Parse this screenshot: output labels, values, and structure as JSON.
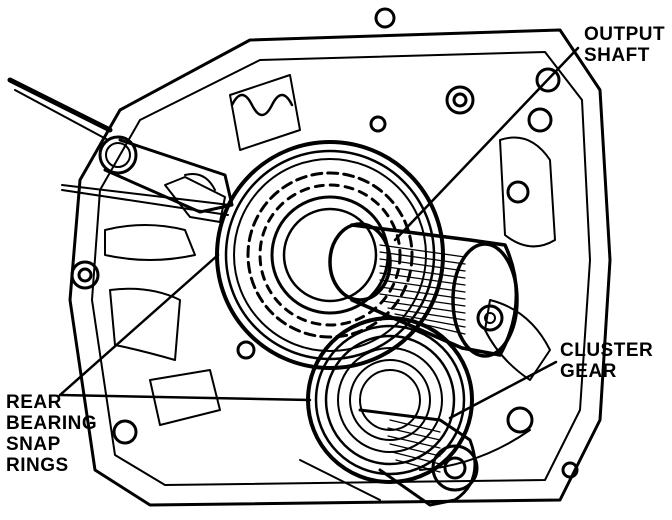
{
  "labels": {
    "output_shaft": [
      "OUTPUT",
      "SHAFT"
    ],
    "cluster_gear": [
      "CLUSTER",
      "GEAR"
    ],
    "rear_bearing_snap_rings": [
      "REAR",
      "BEARING",
      "SNAP",
      "RINGS"
    ]
  },
  "colors": {
    "ink": "#000000",
    "paper": "#ffffff"
  }
}
